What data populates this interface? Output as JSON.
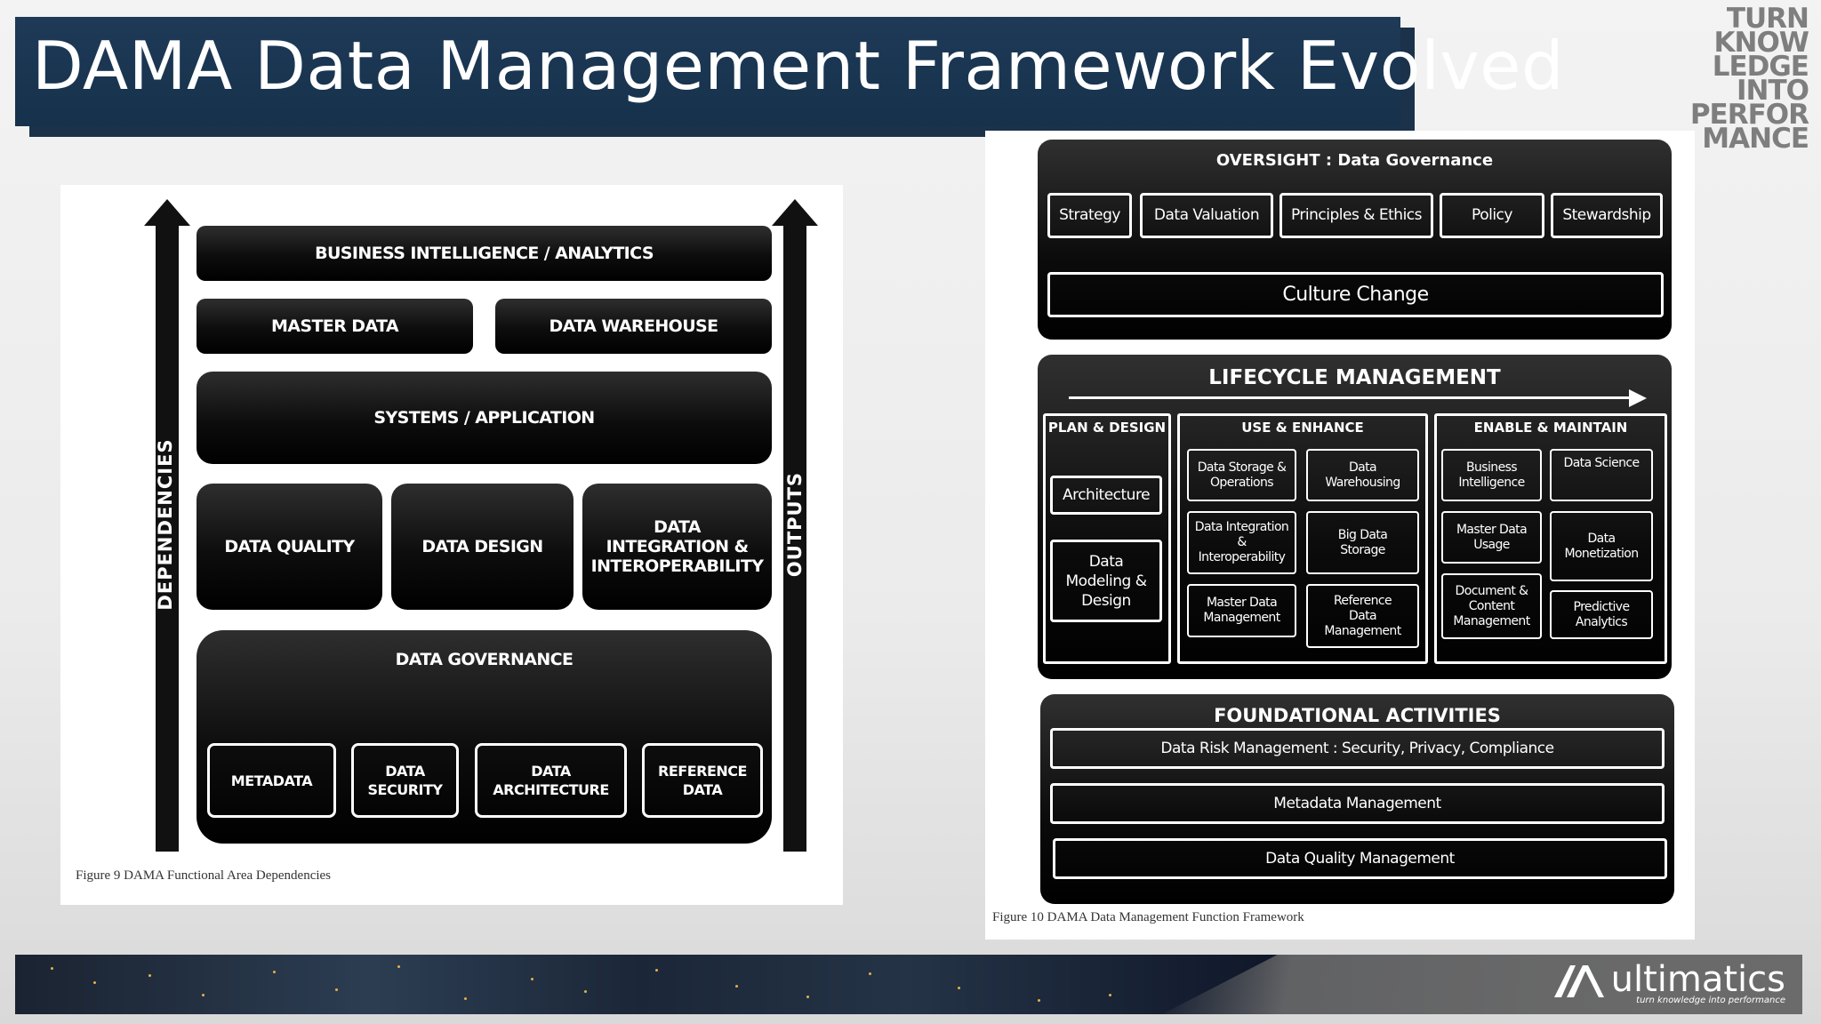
{
  "title": "DAMA Data Management Framework Evolved",
  "slogan": [
    "TURN",
    "KNOW",
    "LEDGE",
    "INTO",
    "PERFOR",
    "MANCE"
  ],
  "left_figure": {
    "top_box": "BUSINESS INTELLIGENCE / ANALYTICS",
    "row2": [
      "MASTER DATA",
      "DATA WAREHOUSE"
    ],
    "systems": "SYSTEMS / APPLICATION",
    "row4": [
      "DATA QUALITY",
      "DATA DESIGN",
      "DATA INTEGRATION & INTEROPERABILITY"
    ],
    "governance": {
      "title": "DATA GOVERNANCE",
      "items": [
        "METADATA",
        "DATA SECURITY",
        "DATA ARCHITECTURE",
        "REFERENCE DATA"
      ]
    },
    "left_arrow_label": "DEPENDENCIES",
    "right_arrow_label": "OUTPUTS",
    "caption": "Figure 9 DAMA Functional Area Dependencies"
  },
  "right_figure": {
    "oversight": {
      "title": "OVERSIGHT : Data Governance",
      "items": [
        "Strategy",
        "Data Valuation",
        "Principles & Ethics",
        "Policy",
        "Stewardship"
      ],
      "culture": "Culture Change"
    },
    "lifecycle": {
      "title": "LIFECYCLE MANAGEMENT",
      "plan": {
        "head": "PLAN & DESIGN",
        "items": [
          "Architecture",
          "Data Modeling & Design"
        ]
      },
      "use": {
        "head": "USE & ENHANCE",
        "items": [
          "Data Storage & Operations",
          "Data Warehousing",
          "Data Integration & Interoperability",
          "Big Data Storage",
          "Master Data Management",
          "Reference Data Management"
        ]
      },
      "enable": {
        "head": "ENABLE & MAINTAIN",
        "items": [
          "Business Intelligence",
          "Data Science",
          "Master Data Usage",
          "Data Monetization",
          "Document & Content Management",
          "Predictive Analytics"
        ]
      }
    },
    "foundational": {
      "title": "FOUNDATIONAL ACTIVITIES",
      "items": [
        "Data Risk Management : Security, Privacy, Compliance",
        "Metadata Management",
        "Data Quality Management"
      ]
    },
    "caption": "Figure 10 DAMA Data Management Function Framework"
  },
  "footer": {
    "logo": "ultimatics",
    "tagline": "turn knowledge into performance"
  }
}
